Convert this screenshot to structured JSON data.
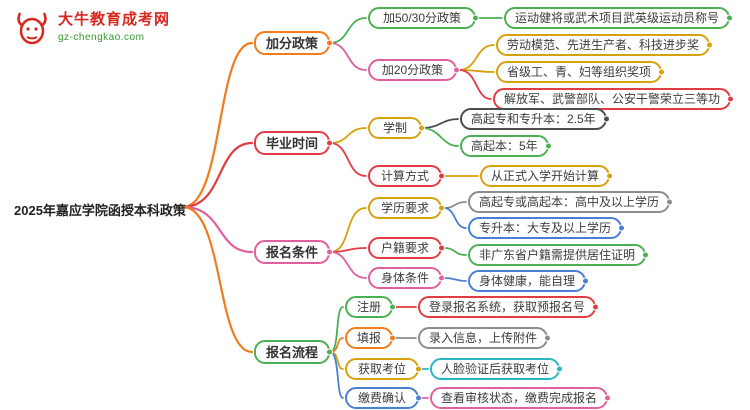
{
  "logo": {
    "site_name": "大牛教育成考网",
    "site_url": "gz-chengkao.com",
    "brand_color": "#d7281f",
    "url_color": "#2e9a2e"
  },
  "palette": {
    "orange": "#f07c1c",
    "red": "#e23c43",
    "pink": "#e0609e",
    "green": "#4cb052",
    "gold": "#d7a10c",
    "blue": "#4a7fd4",
    "cyan": "#2ab5c3",
    "gray": "#8c8c8c",
    "dark": "#4d4d4d"
  },
  "root": {
    "label": "2025年嘉应学院函授本科政策"
  },
  "nodes": {
    "jiafen": {
      "label": "加分政策"
    },
    "jia5030": {
      "label": "加50/30分政策"
    },
    "yundong": {
      "label": "运动健将或武术项目武英级运动员称号"
    },
    "jia20": {
      "label": "加20分政策"
    },
    "laomo": {
      "label": "劳动模范、先进生产者、科技进步奖"
    },
    "shengji": {
      "label": "省级工、青、妇等组织奖项"
    },
    "jiefangjun": {
      "label": "解放军、武警部队、公安干警荣立三等功"
    },
    "biye": {
      "label": "毕业时间"
    },
    "xuezhi": {
      "label": "学制"
    },
    "gaoqizhuan25": {
      "label": "高起专和专升本：2.5年"
    },
    "gaoqiben5": {
      "label": "高起本：5年"
    },
    "jisuan": {
      "label": "计算方式"
    },
    "congzhengshi": {
      "label": "从正式入学开始计算"
    },
    "tiaojian": {
      "label": "报名条件"
    },
    "xueli": {
      "label": "学历要求"
    },
    "gaozhong": {
      "label": "高起专或高起本：高中及以上学历"
    },
    "dazhuan": {
      "label": "专升本：大专及以上学历"
    },
    "huji": {
      "label": "户籍要求"
    },
    "juzhu": {
      "label": "非广东省户籍需提供居住证明"
    },
    "shenti": {
      "label": "身体条件"
    },
    "jiankang": {
      "label": "身体健康，能自理"
    },
    "liucheng": {
      "label": "报名流程"
    },
    "zhuce": {
      "label": "注册"
    },
    "denglu": {
      "label": "登录报名系统，获取预报名号"
    },
    "tianbao": {
      "label": "填报"
    },
    "luru": {
      "label": "录入信息，上传附件"
    },
    "kaowei": {
      "label": "获取考位"
    },
    "renlian": {
      "label": "人脸验证后获取考位"
    },
    "jiaofei": {
      "label": "缴费确认"
    },
    "shenhe": {
      "label": "查看审核状态，缴费完成报名"
    }
  }
}
